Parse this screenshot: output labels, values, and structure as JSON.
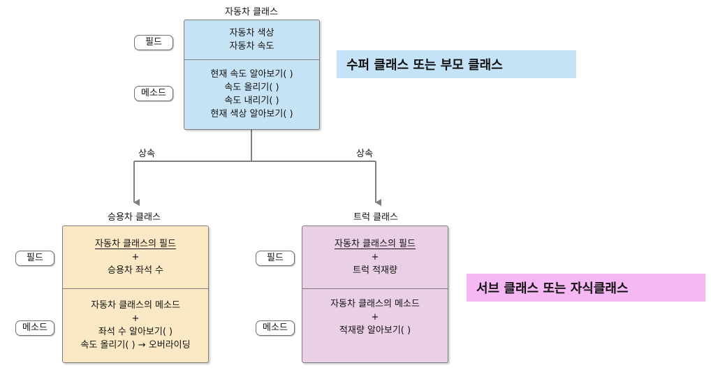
{
  "super_class": {
    "title": "자동차 클래스",
    "fields": [
      "자동차 색상",
      "자동차 속도"
    ],
    "methods": [
      "현재 속도 알아보기( )",
      "속도 올리기( )",
      "속도 내리기( )",
      "현재 색상 알아보기( )"
    ]
  },
  "sub_class_left": {
    "title": "승용차 클래스",
    "fields": [
      "자동차 클래스의 필드",
      "+",
      "승용차 좌석 수"
    ],
    "methods": [
      "자동차 클래스의 메소드",
      "+",
      "좌석 수 알아보기( )",
      "속도 올리기( ) → 오버라이딩"
    ]
  },
  "sub_class_right": {
    "title": "트럭 클래스",
    "fields": [
      "자동차 클래스의 필드",
      "+",
      "트럭 적재량"
    ],
    "methods": [
      "자동차 클래스의 메소드",
      "+",
      "적재량 알아보기( )"
    ]
  },
  "tags": {
    "field": "필드",
    "method": "메소드"
  },
  "inherit_label": "상속",
  "banners": {
    "super": "수퍼 클래스 또는 부모 클래스",
    "sub": "서브 클래스 또는 자식클래스"
  },
  "colors": {
    "super_box": "#c6e3f5",
    "left_box": "#fbe9c6",
    "right_box": "#e9d0e6",
    "super_banner": "#c5e3f7",
    "sub_banner": "#f6b8f4",
    "arrow": "#808080"
  }
}
